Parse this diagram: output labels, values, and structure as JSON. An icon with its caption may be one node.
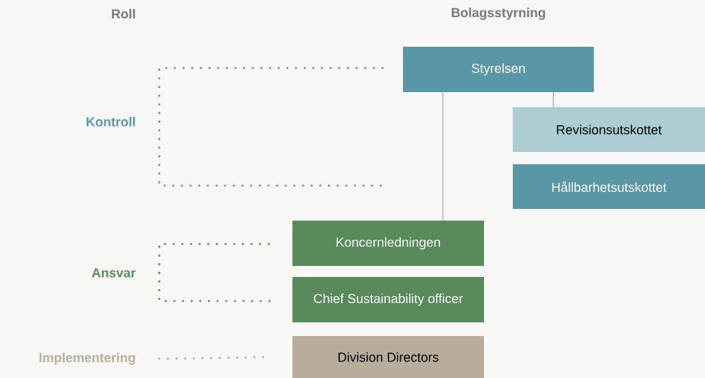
{
  "diagram": {
    "nodes": [
      {
        "text": [
          "Styrelsen"
        ]
      },
      {
        "text": [
          "Revisionsutskottet"
        ]
      },
      {
        "text": [
          "Hållbarhetsutskottet"
        ]
      },
      {
        "text": [
          "Koncernledningen"
        ]
      },
      {
        "text": [
          "Chief Sustainability officer"
        ]
      },
      {
        "text": [
          "Division Directors"
        ]
      },
      {
        "text": [
          "Kontroll"
        ]
      },
      {
        "text": [
          "Ansvar"
        ]
      },
      {
        "text": [
          "Implementering"
        ]
      }
    ],
    "edges": [
      {
        "from": 0,
        "to": 3,
        "arrow": "none"
      },
      {
        "from": 0,
        "to": 1,
        "arrow": "none"
      },
      {
        "from": 6,
        "to": 0,
        "arrow": "none",
        "style": "dashed",
        "color": "#5b97a6"
      },
      {
        "from": 6,
        "to": null,
        "arrow": "none",
        "style": "dashed",
        "color": "#5b97a6"
      },
      {
        "from": 7,
        "to": 3,
        "arrow": "none",
        "style": "dashed",
        "color": "#5a8a5c"
      },
      {
        "from": 7,
        "to": 4,
        "arrow": "none",
        "style": "dashed",
        "color": "#5a8a5c"
      },
      {
        "from": 8,
        "to": 5,
        "arrow": "none",
        "style": "dashed",
        "color": "#aeaaa2"
      }
    ],
    "labels": [
      "Roll",
      "Bolagsstyrning"
    ]
  }
}
